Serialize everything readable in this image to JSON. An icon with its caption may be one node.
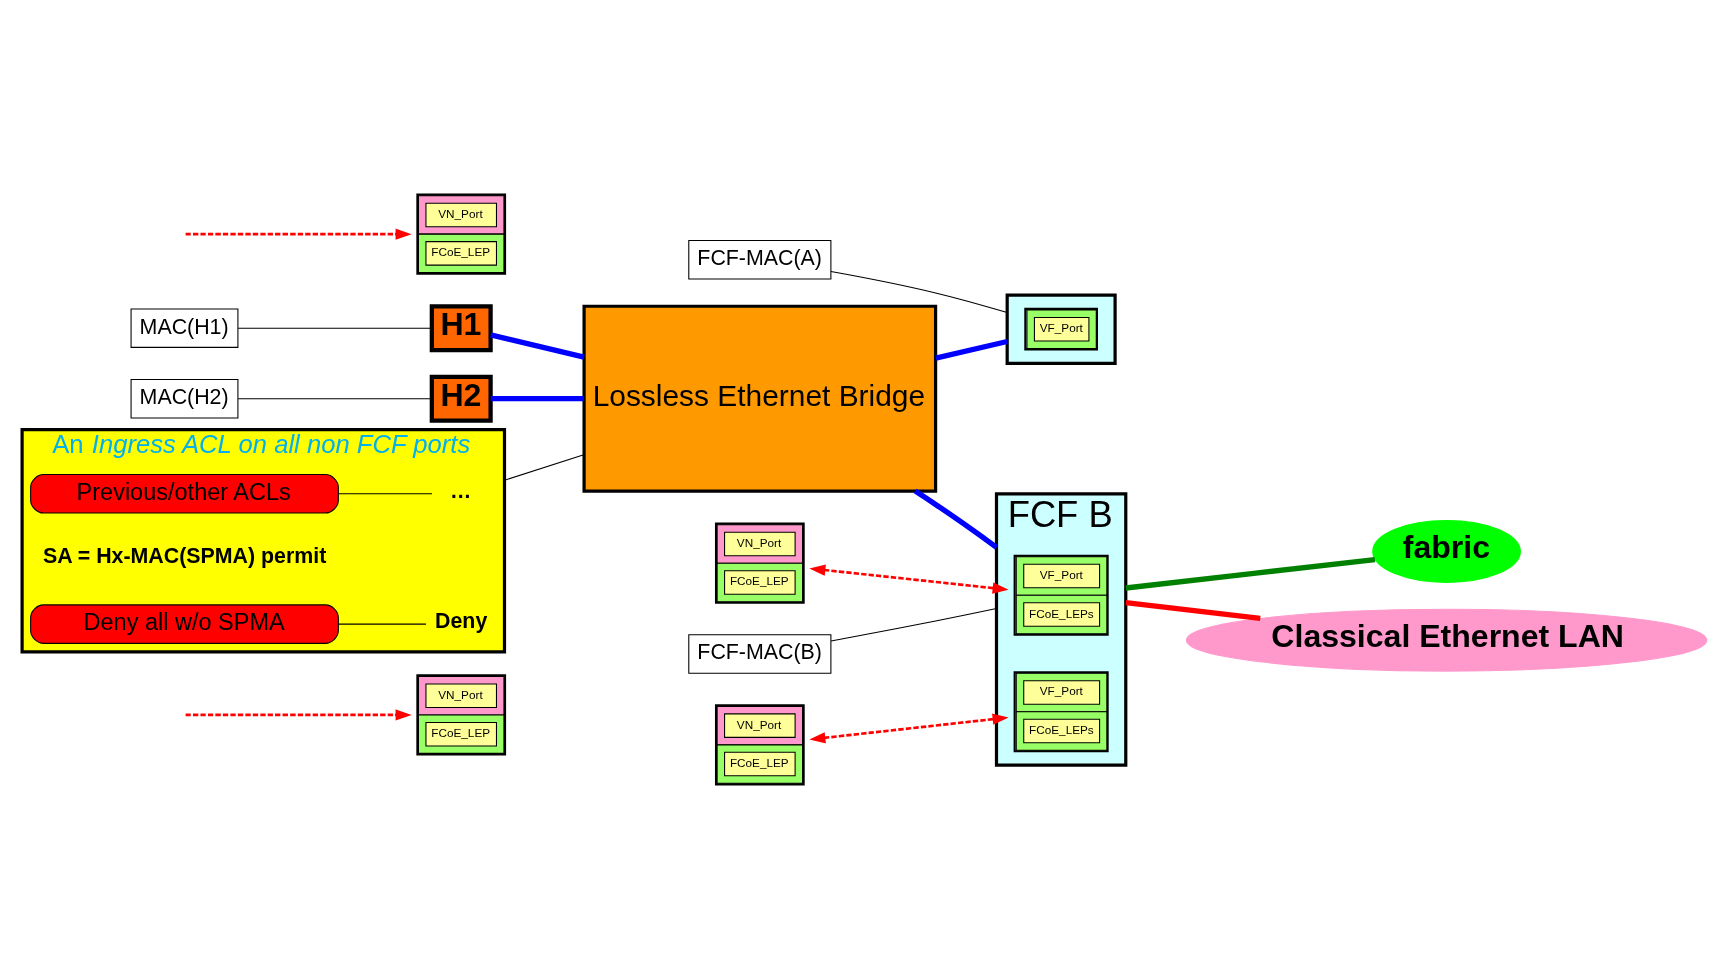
{
  "diagram": {
    "nodes": [
      {
        "text": [
          "VN_Port",
          "FCoE_LEP"
        ]
      },
      {
        "text": [
          "MAC(H1)"
        ]
      },
      {
        "text": [
          "H1"
        ]
      },
      {
        "text": [
          "VN_Port",
          "FCoE_LEP"
        ]
      },
      {
        "text": [
          "VN_Port",
          "FCoE_LEP"
        ]
      },
      {
        "text": [
          "MAC(H2)"
        ]
      },
      {
        "text": [
          "H2"
        ]
      },
      {
        "text": [
          "VN_Port",
          "FCoE_LEP"
        ]
      },
      {
        "text": [
          "FCF-MAC(A)"
        ]
      },
      {
        "text": [],
        "shape": "box"
      },
      {
        "text": [
          "VF_Port"
        ],
        "in": 9
      },
      {
        "text": [
          "An *Ingress ACL on all non FCF ports*"
        ]
      },
      {
        "text": [
          "…"
        ],
        "in": 11
      },
      {
        "text": [
          "Previous/other ACLs"
        ],
        "in": 11
      },
      {
        "text": [
          "SA = Hx-MAC(SPMA) permit"
        ],
        "in": 11
      },
      {
        "text": [
          "Deny"
        ],
        "in": 11
      },
      {
        "text": [
          "Deny all w/o SPMA"
        ],
        "in": 11
      },
      {
        "text": [
          "fabric"
        ]
      },
      {
        "text": [
          "Lossless Ethernet Bridge"
        ]
      },
      {
        "text": [
          "FCF-MAC(B)"
        ]
      },
      {
        "text": [
          "FCF B"
        ]
      },
      {
        "text": [
          "VF_Port",
          "FCoE_LEPs"
        ],
        "in": 20
      },
      {
        "text": [
          "VF_Port",
          "FCoE_LEPs"
        ],
        "in": 20
      },
      {
        "text": [
          "Classical Ethernet LAN"
        ]
      }
    ],
    "edges": [
      {
        "from": 1,
        "to": 2,
        "arrow": "none"
      },
      {
        "from": 2,
        "to": 18,
        "arrow": "none",
        "style": "thick",
        "color": "#0000ff"
      },
      {
        "from": 5,
        "to": 6,
        "arrow": "none"
      },
      {
        "from": 6,
        "to": 18,
        "arrow": "none",
        "style": "thick",
        "color": "#0000ff"
      },
      {
        "from": 18,
        "to": 9,
        "arrow": "none",
        "style": "thick",
        "color": "#0000ff"
      },
      {
        "from": 18,
        "to": 20,
        "arrow": "none",
        "style": "thick",
        "color": "#0000ff"
      },
      {
        "from": 8,
        "to": 9,
        "arrow": "none"
      },
      {
        "from": 19,
        "to": 20,
        "arrow": "none"
      },
      {
        "from": 20,
        "to": 17,
        "arrow": "none",
        "style": "thick",
        "color": "#008000"
      },
      {
        "from": 20,
        "to": 23,
        "arrow": "none",
        "style": "thick",
        "color": "#ff0000"
      },
      {
        "from": null,
        "to": 0,
        "arrow": "to",
        "style": "dashed",
        "color": "#ff0000"
      },
      {
        "from": 3,
        "to": 21,
        "arrow": "both",
        "style": "dashed",
        "color": "#ff0000"
      },
      {
        "from": null,
        "to": 4,
        "arrow": "to",
        "style": "dashed",
        "color": "#ff0000"
      },
      {
        "from": 7,
        "to": 22,
        "arrow": "both",
        "style": "dashed",
        "color": "#ff0000"
      },
      {
        "from": 13,
        "to": 12,
        "arrow": "none"
      },
      {
        "from": 16,
        "to": 15,
        "arrow": "none"
      },
      {
        "from": 11,
        "to": 18,
        "arrow": "none"
      }
    ]
  }
}
